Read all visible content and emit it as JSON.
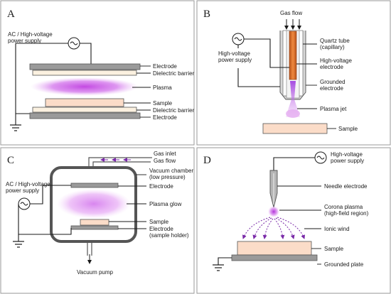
{
  "panels": {
    "a": {
      "letter": "A",
      "power_supply_line1": "AC / High-voltage",
      "power_supply_line2": "power supply",
      "labels": {
        "electrode_top": "Electrode",
        "dielectric_top": "Dielectric barrier",
        "plasma": "Plasma",
        "sample": "Sample",
        "dielectric_bottom": "Dielectric barrier",
        "electrode_bottom": "Electrode"
      }
    },
    "b": {
      "letter": "B",
      "gas_flow": "Gas flow",
      "power_supply_line1": "High-voltage",
      "power_supply_line2": "power supply",
      "labels": {
        "quartz_tube_line1": "Quartz tube",
        "quartz_tube_line2": "(capillary)",
        "hv_electrode_line1": "High-voltage",
        "hv_electrode_line2": "electrode",
        "grounded_electrode_line1": "Grounded",
        "grounded_electrode_line2": "electrode",
        "plasma_jet": "Plasma jet",
        "sample": "Sample"
      }
    },
    "c": {
      "letter": "C",
      "power_supply_line1": "AC / High-voltage",
      "power_supply_line2": "power supply",
      "labels": {
        "gas_inlet": "Gas inlet",
        "gas_flow": "Gas flow",
        "vacuum_chamber_line1": "Vacuum chamber",
        "vacuum_chamber_line2": "(low pressure)",
        "electrode": "Electrode",
        "plasma_glow": "Plasma glow",
        "sample": "Sample",
        "electrode_holder_line1": "Electrode",
        "electrode_holder_line2": "(sample holder)",
        "vacuum_pump": "Vacuum pump"
      }
    },
    "d": {
      "letter": "D",
      "power_supply_line1": "High-voltage",
      "power_supply_line2": "power supply",
      "labels": {
        "needle_electrode": "Needle electrode",
        "corona_line1": "Corona plasma",
        "corona_line2": "(high-field region)",
        "ionic_wind": "Ionic wind",
        "sample": "Sample",
        "grounded_plate": "Grounded plate"
      }
    }
  },
  "colors": {
    "plasma": "#c040e0",
    "sample": "#fbdcc8",
    "electrode": "#9a9a9a",
    "arrow_purple": "#7a2aa8",
    "copper": "#d9702a"
  }
}
